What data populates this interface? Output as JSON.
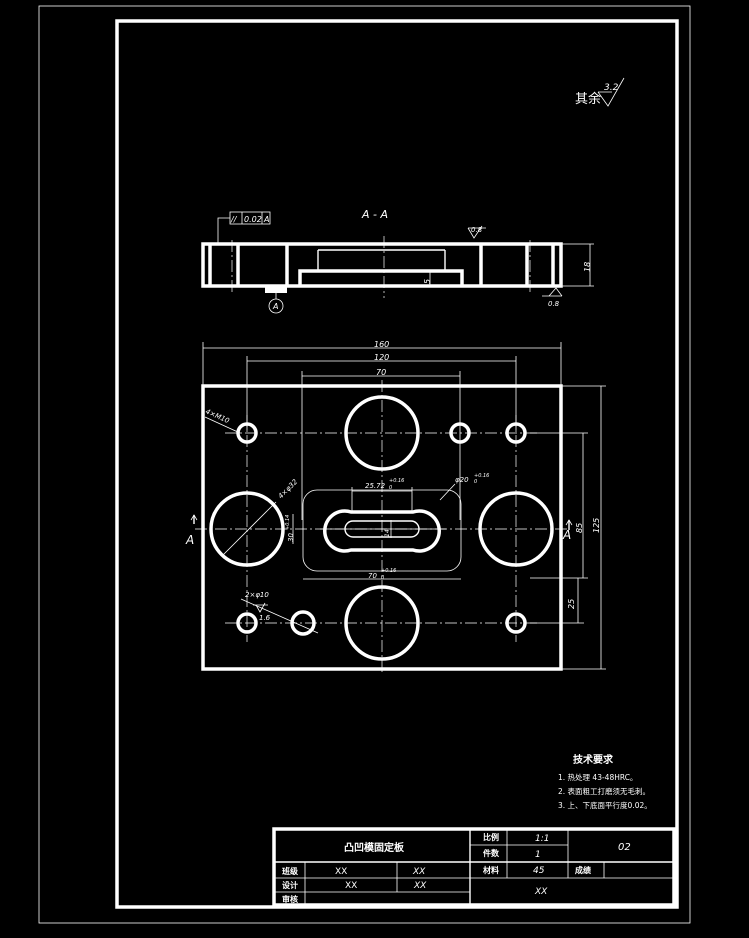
{
  "section_label": "A - A",
  "roughness": {
    "other": "其余",
    "other_value": "3.2",
    "top": "0.8",
    "bottom": "0.8",
    "small_hole": "1.6"
  },
  "flatness": {
    "symbol": "//",
    "value": "0.02",
    "datum": "A"
  },
  "datum_label": "A",
  "dims": {
    "thickness": "18",
    "step": "5",
    "w160": "160",
    "w120": "120",
    "w70": "70",
    "h85": "85",
    "h125": "125",
    "h25": "25",
    "thread": "4×M10",
    "big_holes": "4×φ32",
    "pin_holes": "2×φ10",
    "slot_w": "25.72",
    "slot_w_tol": "+0.16",
    "slot_len": "70",
    "slot_len_tol": "+0.16",
    "slot_h": "30",
    "slot_h_tol": "+0.14",
    "slot_inner": "14",
    "slot_r": "φ20",
    "slot_r_tol": "+0.16",
    "tol_zero": "0"
  },
  "tech": {
    "title": "技术要求",
    "items": [
      "1. 热处理  43-48HRC。",
      "2. 表面粗工打磨须无毛刺。",
      "3. 上、下底面平行度0.02。"
    ]
  },
  "title_block": {
    "part_name": "凸凹模固定板",
    "scale_label": "比例",
    "scale": "1:1",
    "qty_label": "件数",
    "qty": "1",
    "material_label": "材料",
    "material": "45",
    "drawing_no": "02",
    "grade_label": "成绩",
    "class_label": "班级",
    "class_val": "XX",
    "class_val2": "XX",
    "design_label": "设计",
    "design_val": "XX",
    "design_val2": "XX",
    "review_label": "审核",
    "school": "XX"
  }
}
